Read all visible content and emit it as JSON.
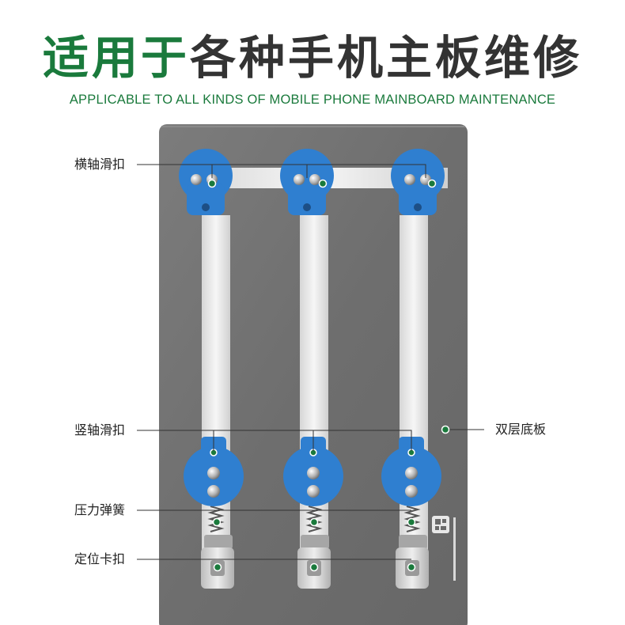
{
  "header": {
    "title_accent": "适用于",
    "title_rest": "各种手机主板维修",
    "subtitle": "APPLICABLE TO ALL KINDS OF MOBILE PHONE MAINBOARD MAINTENANCE"
  },
  "callouts": {
    "horizontal_slider": "横轴滑扣",
    "vertical_slider": "竖轴滑扣",
    "double_base": "双层底板",
    "pressure_spring": "压力弹簧",
    "positioning_clip": "定位卡扣"
  },
  "colors": {
    "accent_green": "#1a7a3c",
    "plate_gray": "#737373",
    "clamp_blue": "#2f7fd0",
    "rail_silver": "#e9e9e9"
  }
}
